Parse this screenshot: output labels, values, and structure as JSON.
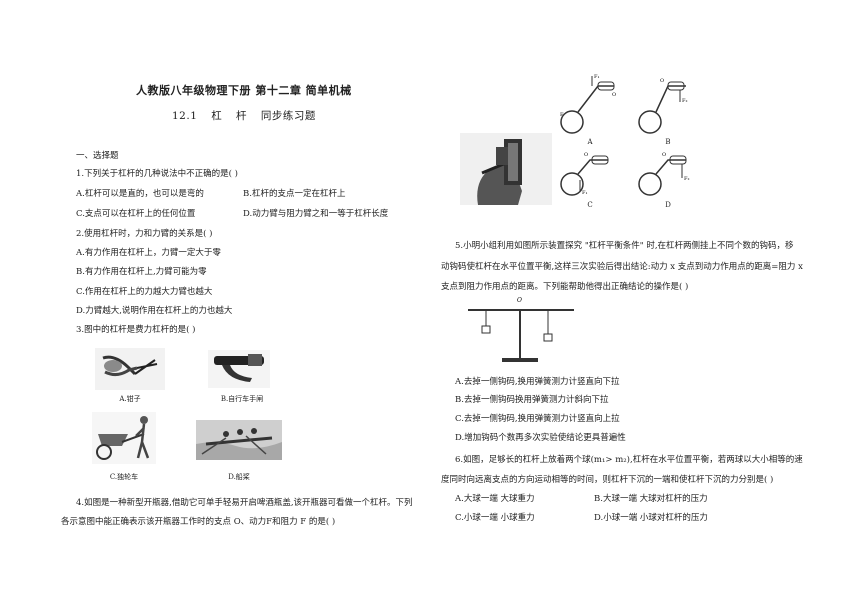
{
  "header": {
    "title": "人教版八年级物理下册 第十二章 简单机械",
    "subtitle": "12.1 杠 杆 同步练习题"
  },
  "section": "一、选择题",
  "q1": {
    "stem": "1.下列关于杠杆的几种说法中不正确的是(        )",
    "a": "A.杠杆可以是直的，也可以是弯的",
    "b": "B.杠杆的支点一定在杠杆上",
    "c": "C.支点可以在杠杆上的任何位置",
    "d": "D.动力臂与阻力臂之和一等于杠杆长度"
  },
  "q2": {
    "stem": "2.使用杠杆时，力和力臂的关系是(        )",
    "a": "A.有力作用在杠杆上，力臂一定大于零",
    "b": "B.有力作用在杠杆上,力臂可能为零",
    "c": "C.作用在杠杆上的力越大力臂也越大",
    "d": "D.力臂越大,说明作用在杠杆上的力也越大"
  },
  "q3": {
    "stem": "3.图中的杠杆是费力杠杆的是(          )",
    "cap_a": "A.钳子",
    "cap_b": "B.自行车手闸",
    "cap_c": "C.独轮车",
    "cap_d": "D.船桨"
  },
  "q4": {
    "line1": "4.如图是一种新型开瓶器,借助它可单手轻易开启啤酒瓶盖,该开瓶器可看做一个杠杆。下列",
    "line2": "各示意图中能正确表示该开瓶器工作时的支点 O、动力F和阻力 F 的是(        )",
    "fig_labels": [
      "A",
      "B",
      "C",
      "D"
    ]
  },
  "q5": {
    "line1": "5.小明小组利用如图所示装置探究 \"杠杆平衡条件\" 时,在杠杆两侧挂上不同个数的钩码，移",
    "line2": "动钩码使杠杆在水平位置平衡,这样三次实验后得出结论:动力 x 支点到动力作用点的距离=阻力 x",
    "line3": "支点到阻力作用点的距离。下列能帮助他得出正确结论的操作是(          )",
    "a": "A.去掉一侧钩码,换用弹簧测力计竖直向下拉",
    "b": "B.去掉一侧钩码换用弹簧测力计斜向下拉",
    "c": "C.去掉一侧钩码,换用弹簧测力计竖直向上拉",
    "d": "D.增加钩码个数再多次实验使结论更具普遍性",
    "fulcrum": "O"
  },
  "q6": {
    "line1": "6.如图，足够长的杠杆上放着两个球(m₁> m₂),杠杆在水平位置平衡，若两球以大小相等的速",
    "line2": "度同时向远离支点的方向运动相等的时间，则杠杆下沉的一端和使杠杆下沉的力分别是(        )",
    "a": "A.大球一端  大球重力",
    "b": "B.大球一端  大球对杠杆的压力",
    "c": "C.小球一端  小球重力",
    "d": "D.小球一端  小球对杠杆的压力"
  }
}
